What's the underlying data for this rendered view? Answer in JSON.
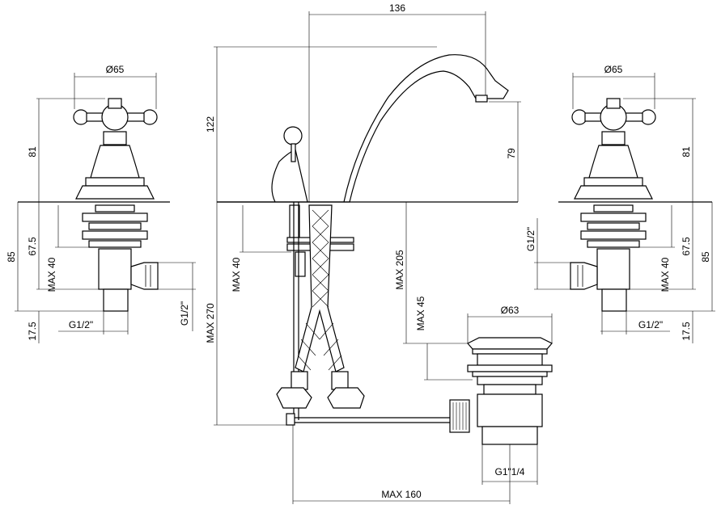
{
  "dimensions": {
    "spout_reach": "136",
    "spout_height": "122",
    "spout_outlet_height": "79",
    "handle_diameter_left": "Ø65",
    "handle_diameter_right": "Ø65",
    "valve_height_left": "81",
    "valve_height_right": "81",
    "below_deck_left": "85",
    "below_deck_right": "85",
    "thread_length_left": "67.5",
    "thread_length_right": "67.5",
    "max_deck_left": "MAX 40",
    "max_deck_right": "MAX 40",
    "max_deck_center": "MAX 40",
    "outlet_length_left": "17.5",
    "outlet_length_right": "17.5",
    "connection_left": "G1/2\"",
    "connection_right": "G1/2\"",
    "side_connection_left": "G1/2\"",
    "side_connection_right": "G1/2\"",
    "max_hose_length": "MAX 270",
    "max_drain_rod": "MAX 205",
    "max_drain_deck": "MAX 45",
    "drain_diameter": "Ø63",
    "drain_thread": "G1\"1/4",
    "max_drain_offset": "MAX 160"
  }
}
